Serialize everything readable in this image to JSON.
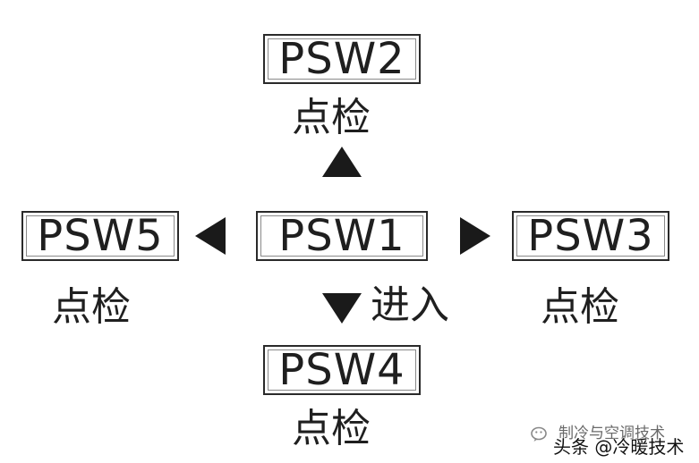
{
  "nodes": {
    "center": {
      "label": "PSW1"
    },
    "top": {
      "label": "PSW2",
      "caption": "点检"
    },
    "right": {
      "label": "PSW3",
      "caption": "点检"
    },
    "bottom": {
      "label": "PSW4",
      "caption": "点检"
    },
    "left": {
      "label": "PSW5",
      "caption": "点检"
    }
  },
  "arrows": {
    "down_label": "进入"
  },
  "watermark": {
    "line1": "制冷与空调技术",
    "line2": "头条 @冷暖技术"
  },
  "colors": {
    "arrow": "#1a1a1a",
    "border": "#2a2a2a",
    "text": "#1f1f1f",
    "background": "#ffffff"
  }
}
